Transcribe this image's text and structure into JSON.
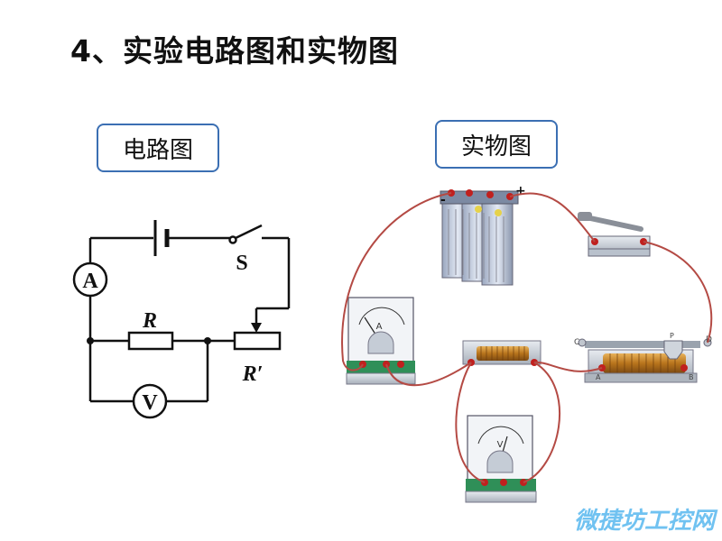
{
  "title": "4、实验电路图和实物图",
  "labels": {
    "circuit": "电路图",
    "physical": "实物图"
  },
  "circuit": {
    "ammeter": "A",
    "voltmeter": "V",
    "switch": "S",
    "resistor": "R",
    "rheostat": "R′"
  },
  "apparatus": {
    "battery_neg": "-",
    "battery_pos": "+",
    "ammeter_letter": "A",
    "voltmeter_letter": "V",
    "rheostat_c": "C",
    "rheostat_d": "D",
    "rheostat_p": "P",
    "rheostat_a": "A",
    "rheostat_b": "B"
  },
  "colors": {
    "wire": "#b44a44",
    "box_border": "#3b6fb3",
    "coil": "#c98a2a",
    "meter_base": "#2f8f58",
    "terminal_red": "#c0201e",
    "watermark": "#58b8ef"
  },
  "watermark": "微捷坊工控网"
}
